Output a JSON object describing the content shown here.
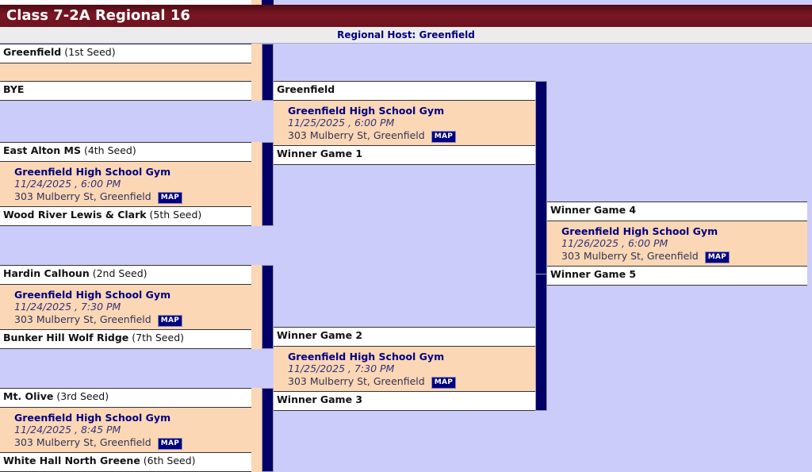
{
  "header": {
    "title": "Class 7-2A Regional 16",
    "host_line": "Regional Host: Greenfield"
  },
  "labels": {
    "map": "MAP",
    "bye": "BYE"
  },
  "bracket": {
    "round1": [
      {
        "top_team": {
          "name": "Greenfield",
          "seed": "(1st Seed)"
        },
        "bottom_team": {
          "name": "BYE",
          "seed": ""
        },
        "game": {
          "venue": "",
          "when": "",
          "address": "",
          "has_info": false
        }
      },
      {
        "top_team": {
          "name": "East Alton MS",
          "seed": "(4th Seed)"
        },
        "bottom_team": {
          "name": "Wood River Lewis & Clark",
          "seed": "(5th Seed)"
        },
        "game": {
          "venue": "Greenfield High School Gym",
          "when": "11/24/2025 , 6:00 PM",
          "address": "303 Mulberry St, Greenfield",
          "has_info": true
        }
      },
      {
        "top_team": {
          "name": "Hardin Calhoun",
          "seed": "(2nd Seed)"
        },
        "bottom_team": {
          "name": "Bunker Hill Wolf Ridge",
          "seed": "(7th Seed)"
        },
        "game": {
          "venue": "Greenfield High School Gym",
          "when": "11/24/2025 , 7:30 PM",
          "address": "303 Mulberry St, Greenfield",
          "has_info": true
        }
      },
      {
        "top_team": {
          "name": "Mt. Olive",
          "seed": "(3rd Seed)"
        },
        "bottom_team": {
          "name": "White Hall North Greene",
          "seed": "(6th Seed)"
        },
        "game": {
          "venue": "Greenfield High School Gym",
          "when": "11/24/2025 , 8:45 PM",
          "address": "303 Mulberry St, Greenfield",
          "has_info": true
        }
      }
    ],
    "round2": [
      {
        "top_team": {
          "name": "Greenfield",
          "seed": ""
        },
        "bottom_team": {
          "name": "Winner Game 1",
          "seed": ""
        },
        "game": {
          "venue": "Greenfield High School Gym",
          "when": "11/25/2025 , 6:00 PM",
          "address": "303 Mulberry St, Greenfield",
          "has_info": true
        }
      },
      {
        "top_team": {
          "name": "Winner Game 2",
          "seed": ""
        },
        "bottom_team": {
          "name": "Winner Game 3",
          "seed": ""
        },
        "game": {
          "venue": "Greenfield High School Gym",
          "when": "11/25/2025 , 7:30 PM",
          "address": "303 Mulberry St, Greenfield",
          "has_info": true
        }
      }
    ],
    "round3": [
      {
        "top_team": {
          "name": "Winner Game 4",
          "seed": ""
        },
        "bottom_team": {
          "name": "Winner Game 5",
          "seed": ""
        },
        "game": {
          "venue": "Greenfield High School Gym",
          "when": "11/26/2025 , 6:00 PM",
          "address": "303 Mulberry St, Greenfield",
          "has_info": true
        }
      }
    ]
  },
  "colors": {
    "header_maroon": "#6d1220",
    "navy": "#000080",
    "connector_navy": "#000066",
    "peach": "#fbd7b5",
    "lavender": "#ccccfa",
    "host_bar": "#ececec"
  }
}
